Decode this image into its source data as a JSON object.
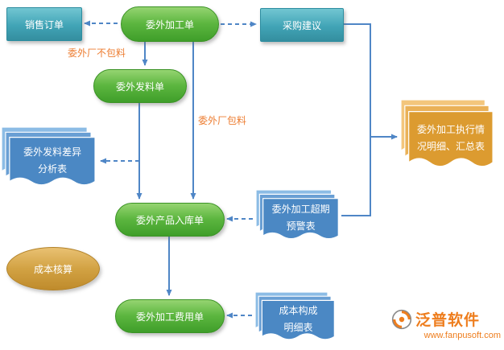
{
  "nodes": {
    "sales_order": {
      "label": "销售订单"
    },
    "outsourcing_order": {
      "label": "委外加工单"
    },
    "purchase_suggestion": {
      "label": "采购建议"
    },
    "material_issue": {
      "label": "委外发料单"
    },
    "issue_diff": {
      "line1": "委外发料差异",
      "line2": "分析表"
    },
    "product_inbound": {
      "label": "委外产品入库单"
    },
    "overdue_warning": {
      "line1": "委外加工超期",
      "line2": "预警表"
    },
    "execution_report": {
      "line1": "委外加工执行情",
      "line2": "况明细、汇总表"
    },
    "cost_accounting": {
      "label": "成本核算"
    },
    "processing_fee": {
      "label": "委外加工费用单"
    },
    "cost_detail": {
      "line1": "成本构成",
      "line2": "明细表"
    }
  },
  "edge_labels": {
    "no_material": "委外厂不包料",
    "with_material": "委外厂包料"
  },
  "logo": {
    "name": "泛普软件",
    "url": "www.fanpusoft.com"
  },
  "colors": {
    "green_node": "#5cb63f",
    "teal_node": "#41a4b6",
    "blue_stack": "#4b88c4",
    "orange_stack": "#dc9b30",
    "orange_ellipse": "#d2a243",
    "connector_blue": "#4f86c6",
    "label_orange": "#ed7d31",
    "logo_orange": "#ee7d1d"
  }
}
